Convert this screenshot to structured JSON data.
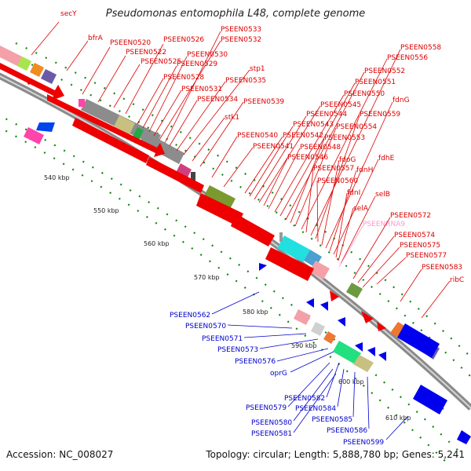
{
  "title": "Pseudomonas entomophila L48, complete genome",
  "footer": {
    "accession": "Accession: NC_008027",
    "topology": "Topology: circular; Length: 5,888,780 bp; Genes: 5,241"
  },
  "colors": {
    "forward": "#ee0000",
    "reverse": "#0000ee",
    "rna": "#ff99cc",
    "backbone": "#8a8a8a",
    "tick": "#118811"
  },
  "ticks": [
    "540 kbp",
    "550 kbp",
    "560 kbp",
    "570 kbp",
    "580 kbp",
    "590 kbp",
    "600 kbp",
    "610 kbp"
  ],
  "forward_labels": [
    "secY",
    "bfrA",
    "PSEEN0520",
    "PSEEN0522",
    "PSEEN0525",
    "PSEEN0526",
    "PSEEN0528",
    "PSEEN0529",
    "PSEEN0530",
    "PSEEN0531",
    "PSEEN0532",
    "PSEEN0533",
    "PSEEN0534",
    "PSEEN0535",
    "stp1",
    "stk1",
    "PSEEN0539",
    "PSEEN0540",
    "PSEEN0541",
    "PSEEN0542",
    "PSEEN0543",
    "PSEEN0544",
    "PSEEN0545",
    "PSEEN0546",
    "PSEEN0548",
    "PSEEN0550",
    "PSEEN0551",
    "PSEEN0552",
    "PSEEN0553",
    "PSEEN0554",
    "PSEEN0556",
    "PSEEN0557",
    "PSEEN0558",
    "PSEEN0559",
    "PSEEN0560",
    "fdoG",
    "fdnG",
    "fdnH",
    "fdhE",
    "fdnI",
    "selA",
    "selB",
    "PSEENRNA9",
    "PSEEN0572",
    "PSEEN0574",
    "PSEEN0575",
    "PSEEN0577",
    "PSEEN0583",
    "ribC"
  ],
  "reverse_labels": [
    "PSEEN0562",
    "PSEEN0570",
    "PSEEN0571",
    "PSEEN0573",
    "PSEEN0576",
    "oprG",
    "PSEEN0579",
    "PSEEN0580",
    "PSEEN0581",
    "PSEEN0582",
    "PSEEN0584",
    "PSEEN0585",
    "PSEEN0586",
    "PSEEN0599"
  ]
}
